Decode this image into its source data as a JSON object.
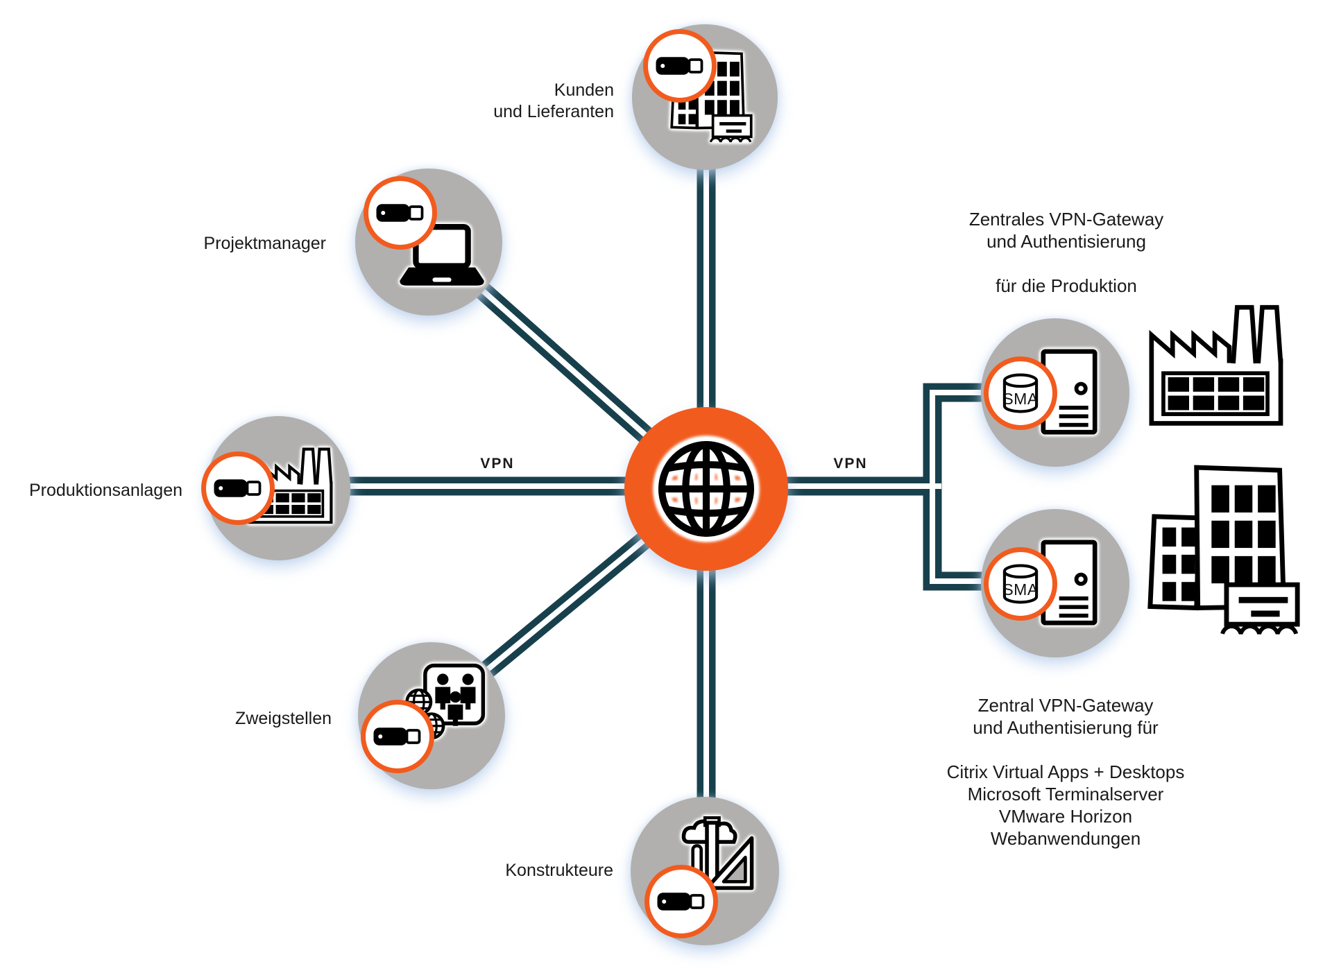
{
  "colors": {
    "accent_orange": "#F25B1E",
    "line_teal": "#17404C",
    "circle_gray": "#B1B0AE",
    "text_black": "#1A1A1A",
    "icon_black": "#000000",
    "white": "#FFFFFF"
  },
  "hub": {
    "icon": "globe-icon"
  },
  "connections": {
    "vpn_left_label": "VPN",
    "vpn_right_label": "VPN",
    "style": "double-line"
  },
  "nodes": {
    "kunden": {
      "label": "Kunden\nund Lieferanten",
      "icon": "office-building-icon",
      "badge_icon": "usb-token-icon"
    },
    "projektmanager": {
      "label": "Projektmanager",
      "icon": "laptop-icon",
      "badge_icon": "usb-token-icon"
    },
    "produktionsanlagen": {
      "label": "Produktionsanlagen",
      "icon": "factory-icon",
      "badge_icon": "usb-token-icon"
    },
    "zweigstellen": {
      "label": "Zweigstellen",
      "icon": "branch-offices-icon",
      "badge_icon": "usb-token-icon"
    },
    "konstrukteure": {
      "label": "Konstrukteure",
      "icon": "drafting-tools-icon",
      "badge_icon": "usb-token-icon"
    },
    "sma_top": {
      "badge_label": "SMA",
      "icon": "server-icon",
      "badge_icon": "sma-database-icon"
    },
    "sma_bottom": {
      "badge_label": "SMA",
      "icon": "server-icon",
      "badge_icon": "sma-database-icon"
    }
  },
  "side_icons": {
    "production_site": "factory-icon",
    "office_site": "office-building-icon"
  },
  "annotations": {
    "top_right": "Zentrales VPN-Gateway\nund Authentisierung\n\nfür die Produktion",
    "bottom_right": "Zentral VPN-Gateway\nund Authentisierung für\n\nCitrix Virtual Apps + Desktops\nMicrosoft Terminalserver\nVMware Horizon\nWebanwendungen"
  }
}
